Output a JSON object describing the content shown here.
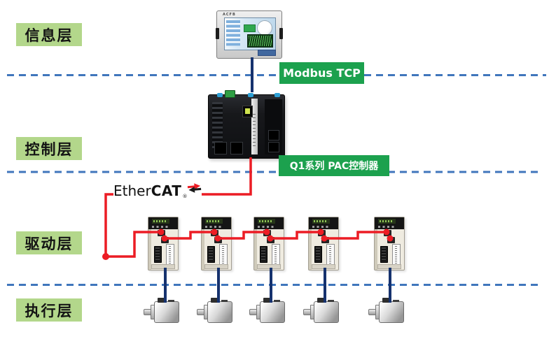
{
  "layers": [
    {
      "label": "信息层"
    },
    {
      "label": "控制层"
    },
    {
      "label": "驱动层"
    },
    {
      "label": "执行层"
    }
  ],
  "connections": {
    "modbus_label": "Modbus TCP",
    "pac_label": "Q1系列 PAC控制器",
    "ethercat": {
      "ether": "Ether",
      "cat": "CAT",
      "reg": "®"
    }
  },
  "devices": {
    "hmi": {
      "brand": "ACFB"
    },
    "controller": {
      "type": "pac-controller"
    },
    "servo_drives": {
      "count": 5
    },
    "servo_motors": {
      "count": 5
    }
  },
  "colors": {
    "layer_label_bg": "#b3d78b",
    "badge_green": "#1ca14e",
    "separator_blue": "#4076bc",
    "bus_red": "#ec1c24",
    "cable_navy": "#16326e"
  }
}
